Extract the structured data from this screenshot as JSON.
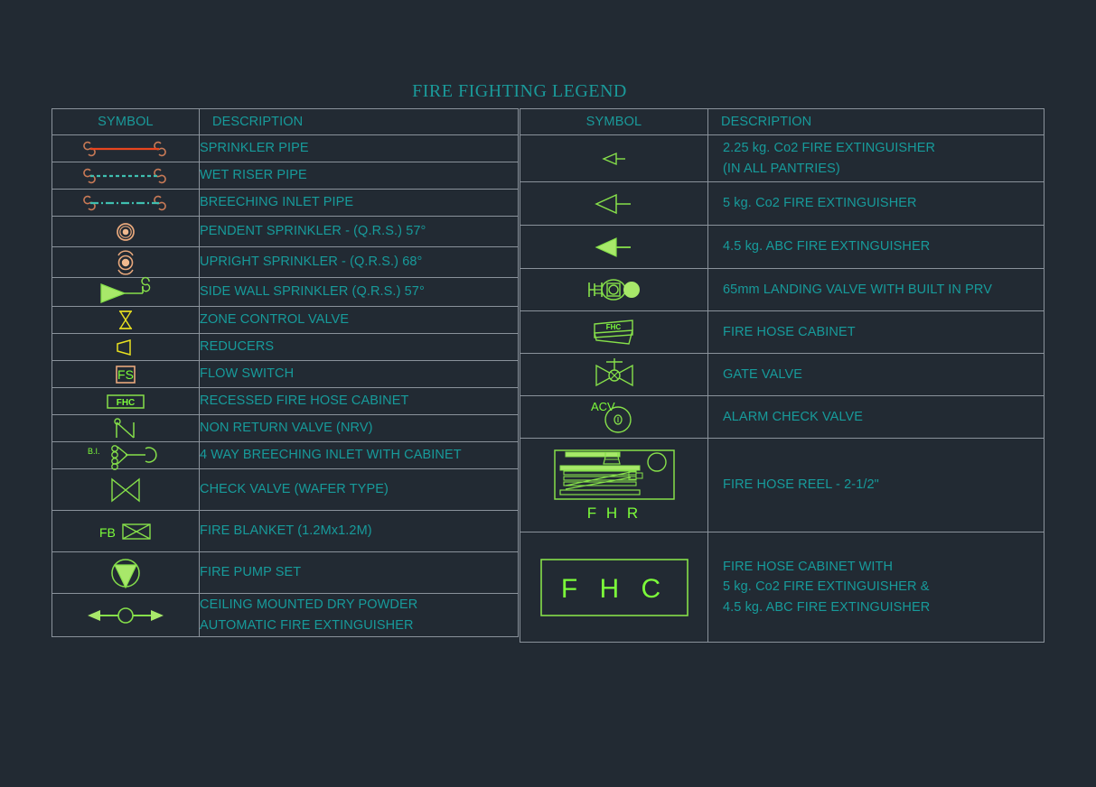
{
  "title": "FIRE FIGHTING LEGEND",
  "colors": {
    "background": "#222a33",
    "border": "#8a929b",
    "title": "#1a9a9a",
    "header_text": "#1a9a9a",
    "description_text": "#179b9b",
    "symbol_green": "#86e04a",
    "symbol_bright_green": "#7cfc3a",
    "symbol_orange": "#e8a87c",
    "symbol_red_pipe": "#e8451f",
    "symbol_teal_dash": "#3fbfb0",
    "symbol_yellow": "#e8e020",
    "symbol_red_text": "#ff2020"
  },
  "left_table": {
    "headers": {
      "symbol": "SYMBOL",
      "description": "DESCRIPTION"
    },
    "rows": [
      {
        "symbol": "sprinkler-pipe-symbol",
        "description": "SPRINKLER PIPE"
      },
      {
        "symbol": "wet-riser-pipe-symbol",
        "description": "WET RISER PIPE"
      },
      {
        "symbol": "breeching-inlet-pipe-symbol",
        "description": "BREECHING INLET PIPE"
      },
      {
        "symbol": "pendent-sprinkler-symbol",
        "description": "PENDENT SPRINKLER - (Q.R.S.) 57°"
      },
      {
        "symbol": "upright-sprinkler-symbol",
        "description": "UPRIGHT SPRINKLER - (Q.R.S.) 68°"
      },
      {
        "symbol": "side-wall-sprinkler-symbol",
        "description": "SIDE WALL SPRINKLER (Q.R.S.) 57°"
      },
      {
        "symbol": "zone-control-valve-symbol",
        "description": "ZONE CONTROL VALVE"
      },
      {
        "symbol": "reducer-symbol",
        "description": "REDUCERS"
      },
      {
        "symbol": "flow-switch-symbol",
        "description": "FLOW SWITCH",
        "label": "FS"
      },
      {
        "symbol": "recessed-fire-hose-cabinet-symbol",
        "description": "RECESSED FIRE HOSE CABINET",
        "label": "FHC"
      },
      {
        "symbol": "non-return-valve-symbol",
        "description": "NON RETURN VALVE (NRV)"
      },
      {
        "symbol": "breeching-inlet-cabinet-symbol",
        "description": "4 WAY BREECHING INLET WITH CABINET",
        "label": "B.I."
      },
      {
        "symbol": "check-valve-wafer-symbol",
        "description": "CHECK VALVE (WAFER TYPE)"
      },
      {
        "symbol": "fire-blanket-symbol",
        "description": "FIRE BLANKET (1.2Mx1.2M)",
        "label": "FB"
      },
      {
        "symbol": "fire-pump-set-symbol",
        "description": "FIRE PUMP SET"
      },
      {
        "symbol": "dry-powder-extinguisher-symbol",
        "description": "CEILING MOUNTED DRY POWDER\nAUTOMATIC FIRE EXTINGUISHER",
        "line1": "CEILING MOUNTED DRY POWDER",
        "line2": "AUTOMATIC FIRE EXTINGUISHER"
      }
    ]
  },
  "right_table": {
    "headers": {
      "symbol": "SYMBOL",
      "description": "DESCRIPTION"
    },
    "rows": [
      {
        "symbol": "co2-extinguisher-small-symbol",
        "line1": "2.25 kg. Co2 FIRE EXTINGUISHER",
        "line2": "(IN ALL PANTRIES)"
      },
      {
        "symbol": "co2-extinguisher-medium-symbol",
        "line1": "5 kg. Co2 FIRE EXTINGUISHER"
      },
      {
        "symbol": "abc-extinguisher-symbol",
        "line1": "4.5 kg. ABC FIRE EXTINGUISHER"
      },
      {
        "symbol": "landing-valve-symbol",
        "line1": "65mm LANDING VALVE WITH BUILT IN PRV"
      },
      {
        "symbol": "fire-hose-cabinet-symbol",
        "line1": "FIRE HOSE CABINET",
        "label": "FHC"
      },
      {
        "symbol": "gate-valve-symbol",
        "line1": "GATE VALVE"
      },
      {
        "symbol": "alarm-check-valve-symbol",
        "line1": "ALARM CHECK VALVE",
        "label": "ACV"
      },
      {
        "symbol": "fire-hose-reel-symbol",
        "line1": "FIRE HOSE REEL - 2-1/2\"",
        "label": "F H R"
      },
      {
        "symbol": "fire-hose-cabinet-box-symbol",
        "line1": "FIRE HOSE CABINET WITH",
        "line2": "5 kg. Co2 FIRE EXTINGUISHER &",
        "line3": "4.5 kg. ABC FIRE EXTINGUISHER",
        "label": "F H C"
      }
    ]
  }
}
